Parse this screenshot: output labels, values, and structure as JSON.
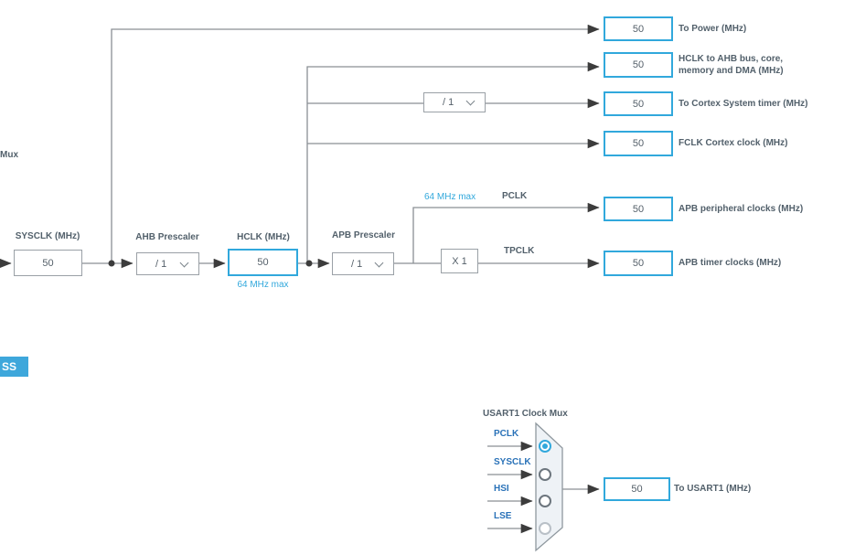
{
  "labels": {
    "system_mux_fragment": "Mux",
    "css_badge": "SS"
  },
  "main_row": {
    "sysclk_label": "SYSCLK (MHz)",
    "sysclk_value": "50",
    "ahb_prescaler_label": "AHB Prescaler",
    "ahb_prescaler_value": "/ 1",
    "hclk_label": "HCLK (MHz)",
    "hclk_value": "50",
    "hclk_note": "64 MHz max",
    "apb_prescaler_label": "APB Prescaler",
    "apb_prescaler_value": "/ 1",
    "cortex_prescaler_value": "/ 1",
    "timer_multiplier_value": "X 1",
    "pclk_note": "64 MHz max",
    "pclk_label": "PCLK",
    "tpclk_label": "TPCLK"
  },
  "outputs": [
    {
      "value": "50",
      "label": "To Power (MHz)",
      "label2": ""
    },
    {
      "value": "50",
      "label": "HCLK to AHB bus, core,",
      "label2": "memory and DMA (MHz)"
    },
    {
      "value": "50",
      "label": "To Cortex System timer (MHz)",
      "label2": ""
    },
    {
      "value": "50",
      "label": "FCLK Cortex clock (MHz)",
      "label2": ""
    },
    {
      "value": "50",
      "label": "APB peripheral clocks (MHz)",
      "label2": ""
    },
    {
      "value": "50",
      "label": "APB timer clocks (MHz)",
      "label2": ""
    }
  ],
  "usart_mux": {
    "title": "USART1 Clock Mux",
    "inputs": [
      "PCLK",
      "SYSCLK",
      "HSI",
      "LSE"
    ],
    "selected_input": "PCLK",
    "output_value": "50",
    "output_label": "To USART1 (MHz)"
  },
  "colors": {
    "accent_blue": "#31a8dc",
    "badge_blue": "#3ea7db",
    "input_label_blue": "#2a72b8"
  }
}
